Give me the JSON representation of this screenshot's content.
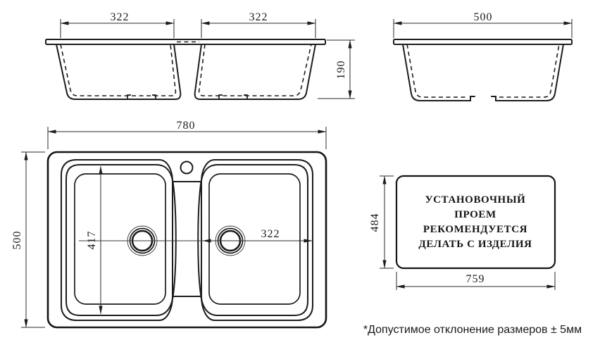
{
  "drawing": {
    "title_semantics": "double-bowl kitchen sink dimensional drawing",
    "dims": {
      "front_left_bowl_width": "322",
      "front_right_bowl_width": "322",
      "front_depth": "190",
      "side_width": "500",
      "plan_width": "780",
      "plan_depth": "500",
      "plan_bowl_length": "417",
      "plan_bowl_width": "322",
      "cutout_depth": "484",
      "cutout_width": "759"
    },
    "cutout_label": {
      "line1": "УСТАНОВОЧНЫЙ",
      "line2": "ПРОЕМ",
      "line3": "РЕКОМЕНДУЕТСЯ",
      "line4": "ДЕЛАТЬ С ИЗДЕЛИЯ"
    },
    "note": "*Допустимое отклонение размеров ± 5мм",
    "colors": {
      "line": "#1c1c1c",
      "background": "#ffffff"
    }
  }
}
